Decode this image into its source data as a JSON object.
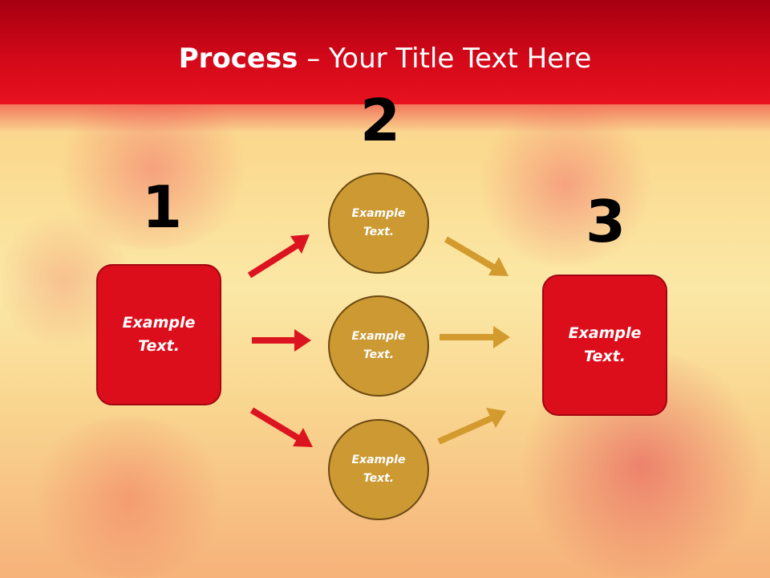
{
  "title": {
    "bold": "Process",
    "rest": " – Your Title Text Here"
  },
  "steps": [
    {
      "number": "1"
    },
    {
      "number": "2"
    },
    {
      "number": "3"
    }
  ],
  "left_box": {
    "line1": "Example",
    "line2": "Text."
  },
  "circles": [
    {
      "line1": "Example",
      "line2": "Text."
    },
    {
      "line1": "Example",
      "line2": "Text."
    },
    {
      "line1": "Example",
      "line2": "Text."
    }
  ],
  "right_box": {
    "line1": "Example",
    "line2": "Text."
  },
  "colors": {
    "header": "#d20819",
    "box": "#dc0e1c",
    "circle": "#cc9933",
    "arrow_red": "#dc1420",
    "arrow_gold": "#d39a2e"
  }
}
